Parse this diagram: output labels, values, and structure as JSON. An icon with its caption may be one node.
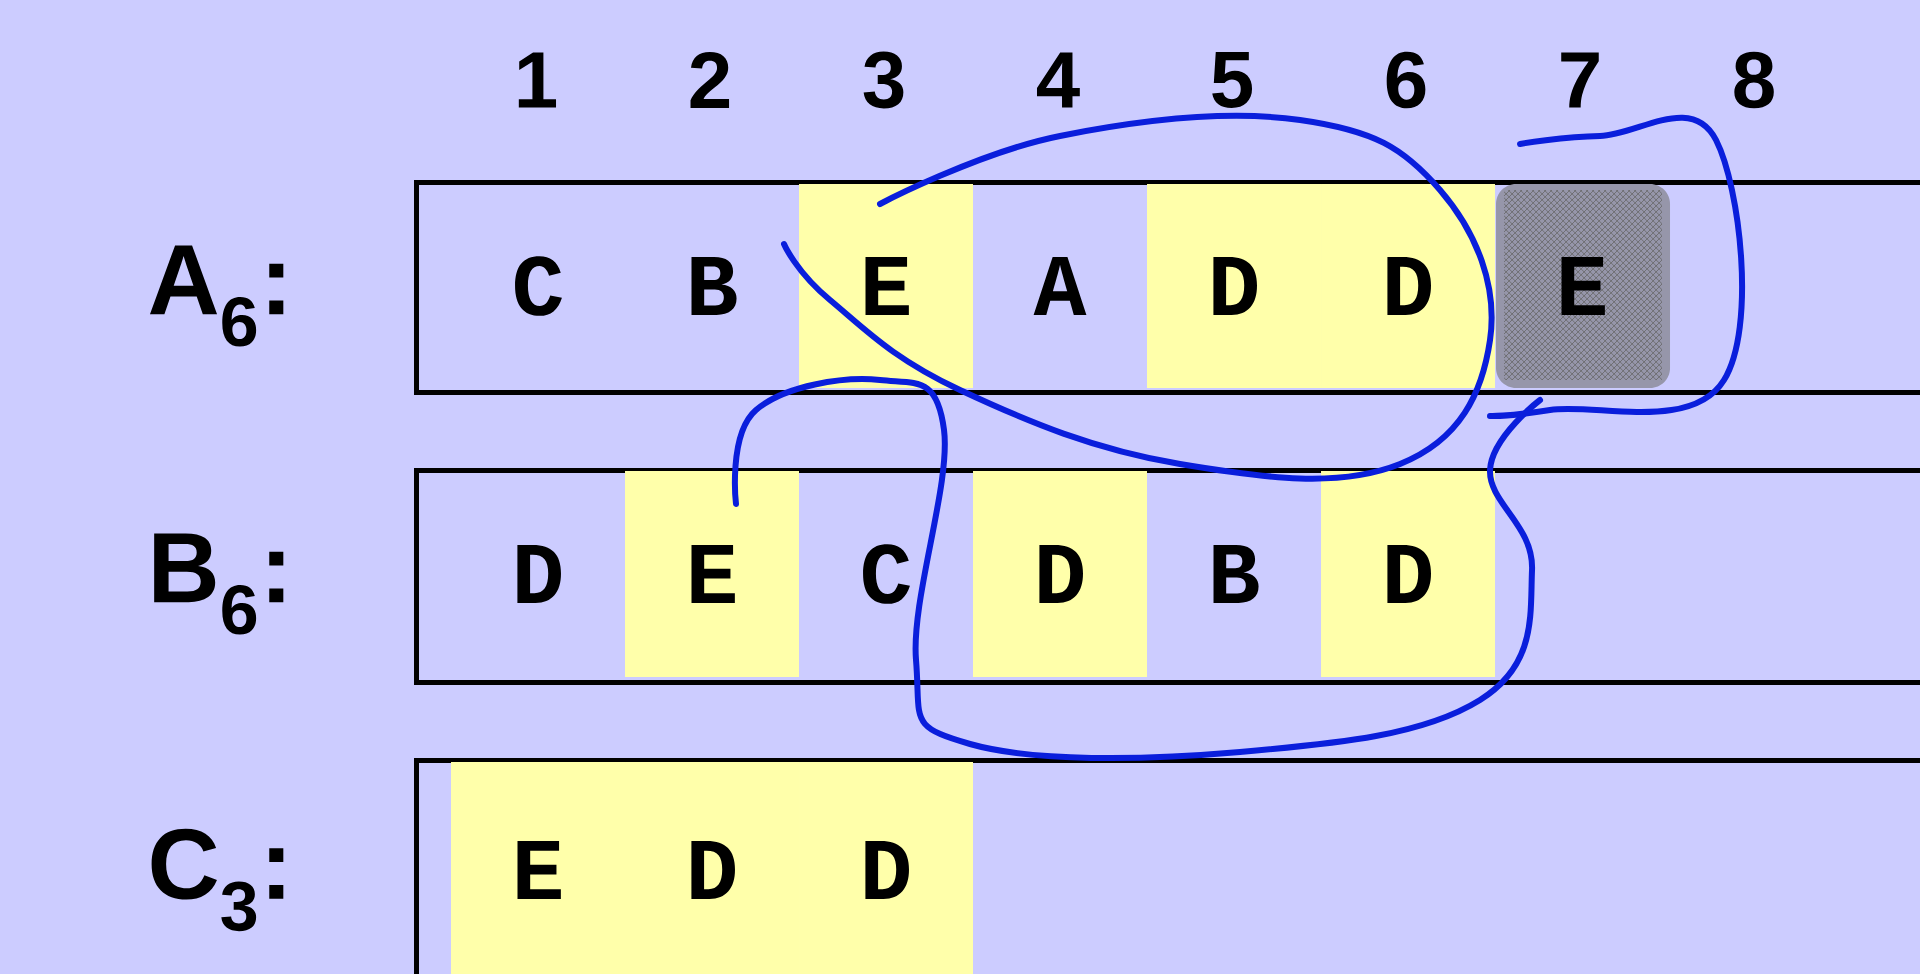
{
  "diagram": {
    "nodes": [
      {
        "text": [
          "A$_{6}$:",
          "C",
          "B",
          "E",
          "A",
          "D",
          "D",
          "E"
        ]
      },
      {
        "text": [
          "B$_{6}$:",
          "D",
          "E",
          "C",
          "D",
          "B",
          "D"
        ]
      },
      {
        "text": [
          "C$_{3}$:",
          "E",
          "D",
          "D"
        ]
      }
    ],
    "labels": [
      "1",
      "2",
      "3",
      "4",
      "5",
      "6",
      "7",
      "8"
    ]
  }
}
